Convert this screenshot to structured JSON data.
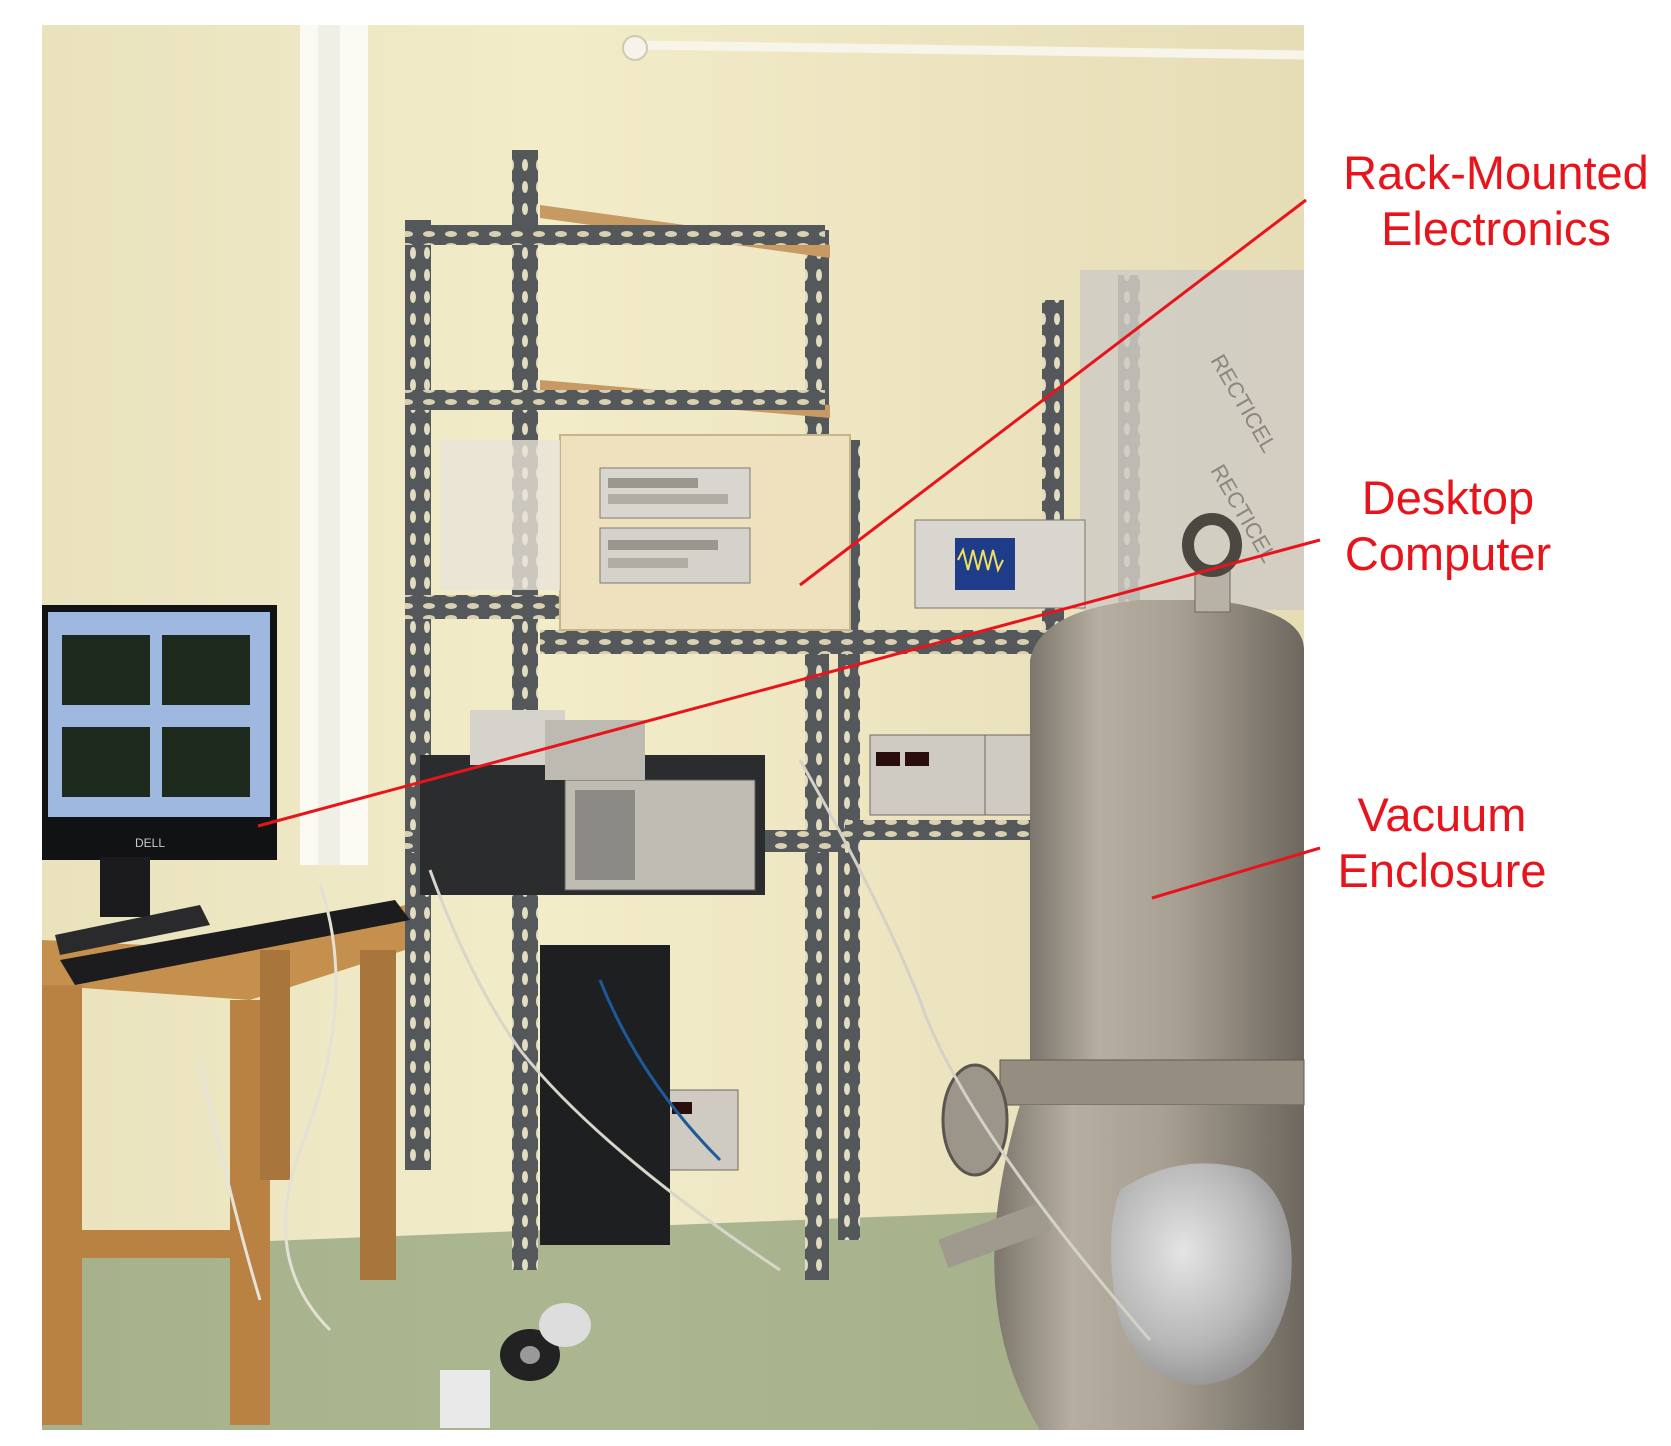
{
  "annotations": {
    "rack": {
      "line1": "Rack-Mounted",
      "line2": "Electronics"
    },
    "desktop": {
      "line1": "Desktop",
      "line2": "Computer"
    },
    "vacuum": {
      "line1": "Vacuum",
      "line2": "Enclosure"
    }
  },
  "monitor_brand": "DELL",
  "tank_text": "RECTICEL",
  "colors": {
    "annotation": "#e8141c",
    "wall": "#efe7c4",
    "steel": "#a9a195",
    "rack": "#4f5154"
  }
}
